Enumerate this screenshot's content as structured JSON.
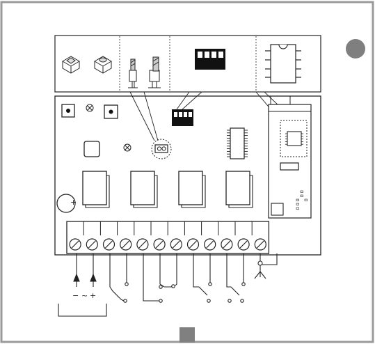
{
  "figure": {
    "background": "#ffffff",
    "frame_color": "#9a9a9a",
    "stroke_color": "#222222",
    "badge_color": "#7f7f7f",
    "tab_color": "#808080"
  },
  "components": [
    "tactile-switch",
    "tactile-switch-round",
    "jumper-open",
    "jumper-closed",
    "dip-switch",
    "ic-dip8",
    "relay",
    "terminal-block",
    "capacitor",
    "radio-module",
    "antenna"
  ],
  "polarity": {
    "minus": "−",
    "tilde": "~",
    "plus": "+",
    "cap_plus": "+"
  },
  "relays": 4,
  "terminals": 12
}
